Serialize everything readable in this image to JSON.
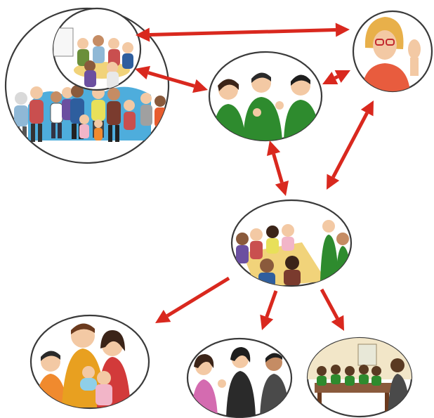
{
  "diagram": {
    "type": "flow-diagram",
    "colors": {
      "arrow": "#d9281e",
      "outline": "#3a3a3a",
      "green_shirt": "#2e8b2e",
      "skin": "#f3c9a4",
      "table": "#f1d37a",
      "mural_blue": "#2f9fd6"
    },
    "nodes": [
      {
        "id": "community",
        "scene": "community-gathering-with-inset-meeting"
      },
      {
        "id": "interpreters",
        "scene": "three-people-in-green-signing"
      },
      {
        "id": "deaf-person",
        "scene": "woman-with-glasses-waving"
      },
      {
        "id": "group-meeting",
        "scene": "people-around-table-meeting"
      },
      {
        "id": "family",
        "scene": "family-with-baby"
      },
      {
        "id": "office",
        "scene": "three-adults-conversing-signing"
      },
      {
        "id": "school",
        "scene": "classroom-with-teacher-signing"
      }
    ],
    "edges": [
      {
        "from": "community",
        "to": "deaf-person",
        "direction": "both"
      },
      {
        "from": "community",
        "to": "interpreters",
        "direction": "both"
      },
      {
        "from": "interpreters",
        "to": "deaf-person",
        "direction": "both"
      },
      {
        "from": "interpreters",
        "to": "group-meeting",
        "direction": "both"
      },
      {
        "from": "deaf-person",
        "to": "group-meeting",
        "direction": "both"
      },
      {
        "from": "group-meeting",
        "to": "family",
        "direction": "forward"
      },
      {
        "from": "group-meeting",
        "to": "office",
        "direction": "forward"
      },
      {
        "from": "group-meeting",
        "to": "school",
        "direction": "forward"
      }
    ]
  }
}
